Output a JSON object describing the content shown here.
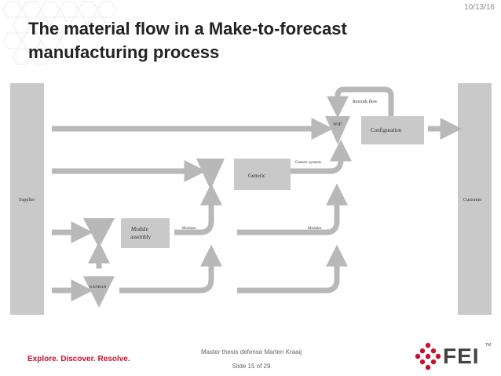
{
  "header": {
    "date": "10/13/16",
    "title_line1": "The material flow in a Make-to-forecast",
    "title_line2": "manufacturing process"
  },
  "diagram": {
    "supplier": "Supplier",
    "customer": "Customer",
    "rework_flow": "Rework flow",
    "wip": "WIP",
    "configuration": "Configuration",
    "generic_systems": "Generic systems",
    "generic": "Generic",
    "module_assembly_1": "Module",
    "module_assembly_2": "assembly",
    "modules_left": "Modules",
    "modules_right": "Modules",
    "kanban": "KANBAN"
  },
  "footer": {
    "tagline": "Explore. Discover. Resolve.",
    "presentation": "Master thesis defense Marten Kraaij",
    "slide": "Slide 15 of 29",
    "logo_text": "FEI",
    "logo_tm": "TM"
  },
  "colors": {
    "block_gray": "#c9c9c9",
    "arrow_gray": "#b8b8b8",
    "brand_red": "#c8102e"
  }
}
